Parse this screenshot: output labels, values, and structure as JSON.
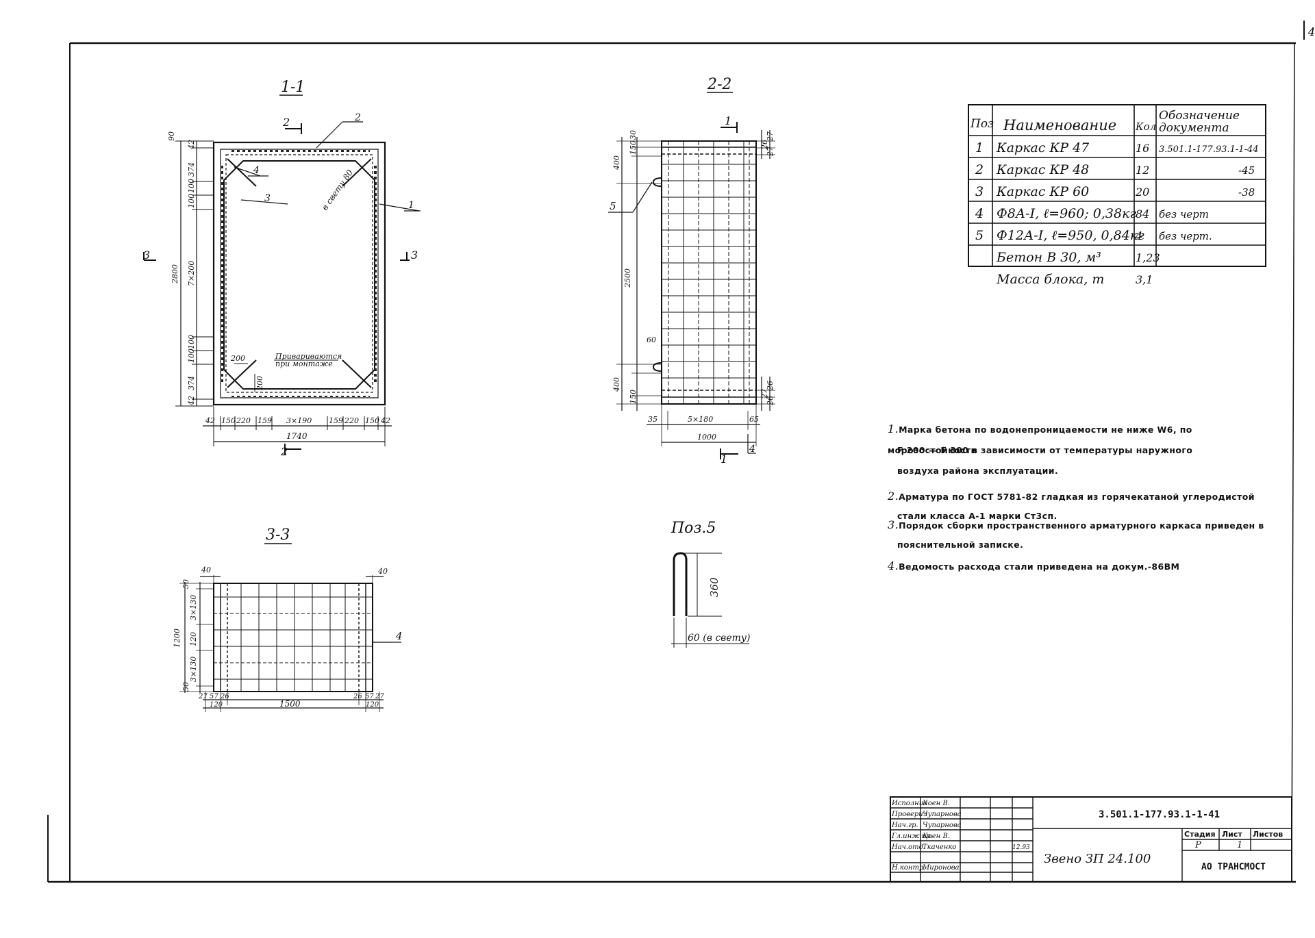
{
  "page_number": "4",
  "views": {
    "v11": {
      "title": "1-1",
      "mark_top": "2",
      "mark_top2": "2",
      "mark_bottom": "2",
      "mark_left": "3",
      "mark_right": "3",
      "leaders": [
        "2",
        "4",
        "3",
        "1"
      ],
      "in_light": "в свету 80",
      "weld_note_1": "Привариваются",
      "weld_note_2": "при монтаже",
      "dims_left": [
        "90",
        "42",
        "374",
        "100",
        "100",
        "7×200",
        "100",
        "100",
        "374",
        "42"
      ],
      "overall_h": "2800",
      "dims_bottom": [
        "42",
        "150",
        "220",
        "159",
        "3×190",
        "159",
        "220",
        "150",
        "42"
      ],
      "overall_w": "1740",
      "inner_200a": "200",
      "inner_200b": "200"
    },
    "v22": {
      "title": "2-2",
      "mark_top": "1",
      "mark_bottom": "1",
      "leader": "5",
      "leader_b": "4",
      "dims_left": [
        "30",
        "400",
        "150",
        "2500",
        "60",
        "400",
        "150"
      ],
      "dims_right": [
        "27",
        "26",
        "27",
        "26",
        "27",
        "26"
      ],
      "dims_bottom": [
        "35",
        "5×180",
        "65"
      ],
      "overall_w": "1000"
    },
    "v33": {
      "title": "3-3",
      "leader": "4",
      "top_left": "40",
      "top_right": "40",
      "dims_left": [
        "50",
        "3×130",
        "120",
        "3×130",
        "50"
      ],
      "overall_h": "1200",
      "dims_bottom_l": [
        "27",
        "57",
        "26",
        "120"
      ],
      "dims_bottom_r": [
        "26",
        "57",
        "27",
        "120"
      ],
      "overall_w": "1500"
    },
    "poz5": {
      "title": "Поз.5",
      "dim_h": "360",
      "dim_w": "60 (в свету)"
    }
  },
  "spec": {
    "headers": [
      "Поз",
      "Наименование",
      "Кол",
      "Обозначение документа"
    ],
    "rows": [
      [
        "1",
        "Каркас КР 47",
        "16",
        "3.501.1-177.93.1-1-44"
      ],
      [
        "2",
        "Каркас КР 48",
        "12",
        "-45"
      ],
      [
        "3",
        "Каркас КР 60",
        "20",
        "-38"
      ],
      [
        "4",
        "Ф8А-I, ℓ=960; 0,38кг",
        "84",
        "без черт"
      ],
      [
        "5",
        "Ф12А-I, ℓ=950, 0,84кг",
        "4",
        "без черт."
      ],
      [
        "",
        "Бетон В 30, м³",
        "1,23",
        ""
      ],
      [
        "",
        "Масса блока, т",
        "3,1",
        ""
      ]
    ]
  },
  "notes": [
    {
      "n": "1.",
      "text": "Марка бетона по водонепроницаемости не ниже W6, по морозостойкости"
    },
    {
      "n": "",
      "text": "F 200 — F 300 в зависимости от температуры наружного"
    },
    {
      "n": "",
      "text": "воздуха района эксплуатации."
    },
    {
      "n": "2.",
      "text": "Арматура по ГОСТ 5781-82 гладкая из горячекатаной углеродистой"
    },
    {
      "n": "",
      "text": "стали класса А-1 марки Ст3сп."
    },
    {
      "n": "3.",
      "text": "Порядок сборки пространственного арматурного каркаса приведен в"
    },
    {
      "n": "",
      "text": "пояснительной записке."
    },
    {
      "n": "4.",
      "text": "Ведомость расхода стали приведена на докум.-86ВМ"
    }
  ],
  "title_block": {
    "roles": [
      "Исполнил",
      "Проверил",
      "Нач.гр.",
      "Гл.инж.пр.",
      "Нач.отд.",
      "",
      "Н.контр."
    ],
    "names": [
      "Коен В.",
      "Чупарнова",
      "Чупарнова",
      "Коен В.",
      "Ткаченко",
      "",
      "Миронова"
    ],
    "date": "12.93",
    "doc_code": "3.501.1-177.93.1-1-41",
    "item_name": "Звено ЗП 24.100",
    "stage_label": "Стадия",
    "sheet_label": "Лист",
    "sheets_label": "Листов",
    "stage": "Р",
    "sheet": "1",
    "org": "АО ТРАНСМОСТ"
  }
}
